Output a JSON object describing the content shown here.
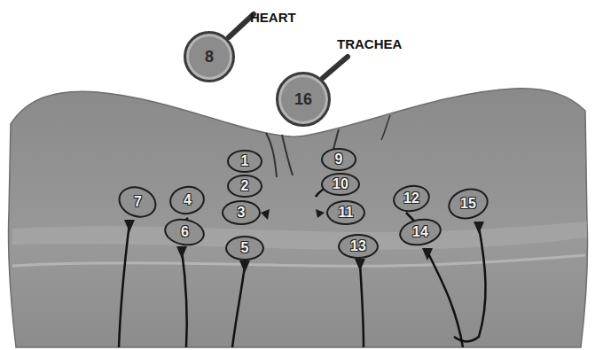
{
  "diagram": {
    "nodes": [
      {
        "text": [
          "1"
        ]
      },
      {
        "text": [
          "2"
        ]
      },
      {
        "text": [
          "3"
        ]
      },
      {
        "text": [
          "4"
        ]
      },
      {
        "text": [
          "5"
        ]
      },
      {
        "text": [
          "6"
        ]
      },
      {
        "text": [
          "7"
        ]
      },
      {
        "text": [
          "8",
          "HEART"
        ]
      },
      {
        "text": [
          "9"
        ]
      },
      {
        "text": [
          "10"
        ]
      },
      {
        "text": [
          "11"
        ]
      },
      {
        "text": [
          "12"
        ]
      },
      {
        "text": [
          "13"
        ]
      },
      {
        "text": [
          "14"
        ]
      },
      {
        "text": [
          "15"
        ]
      },
      {
        "text": [
          "16",
          "TRACHEA"
        ]
      }
    ]
  }
}
